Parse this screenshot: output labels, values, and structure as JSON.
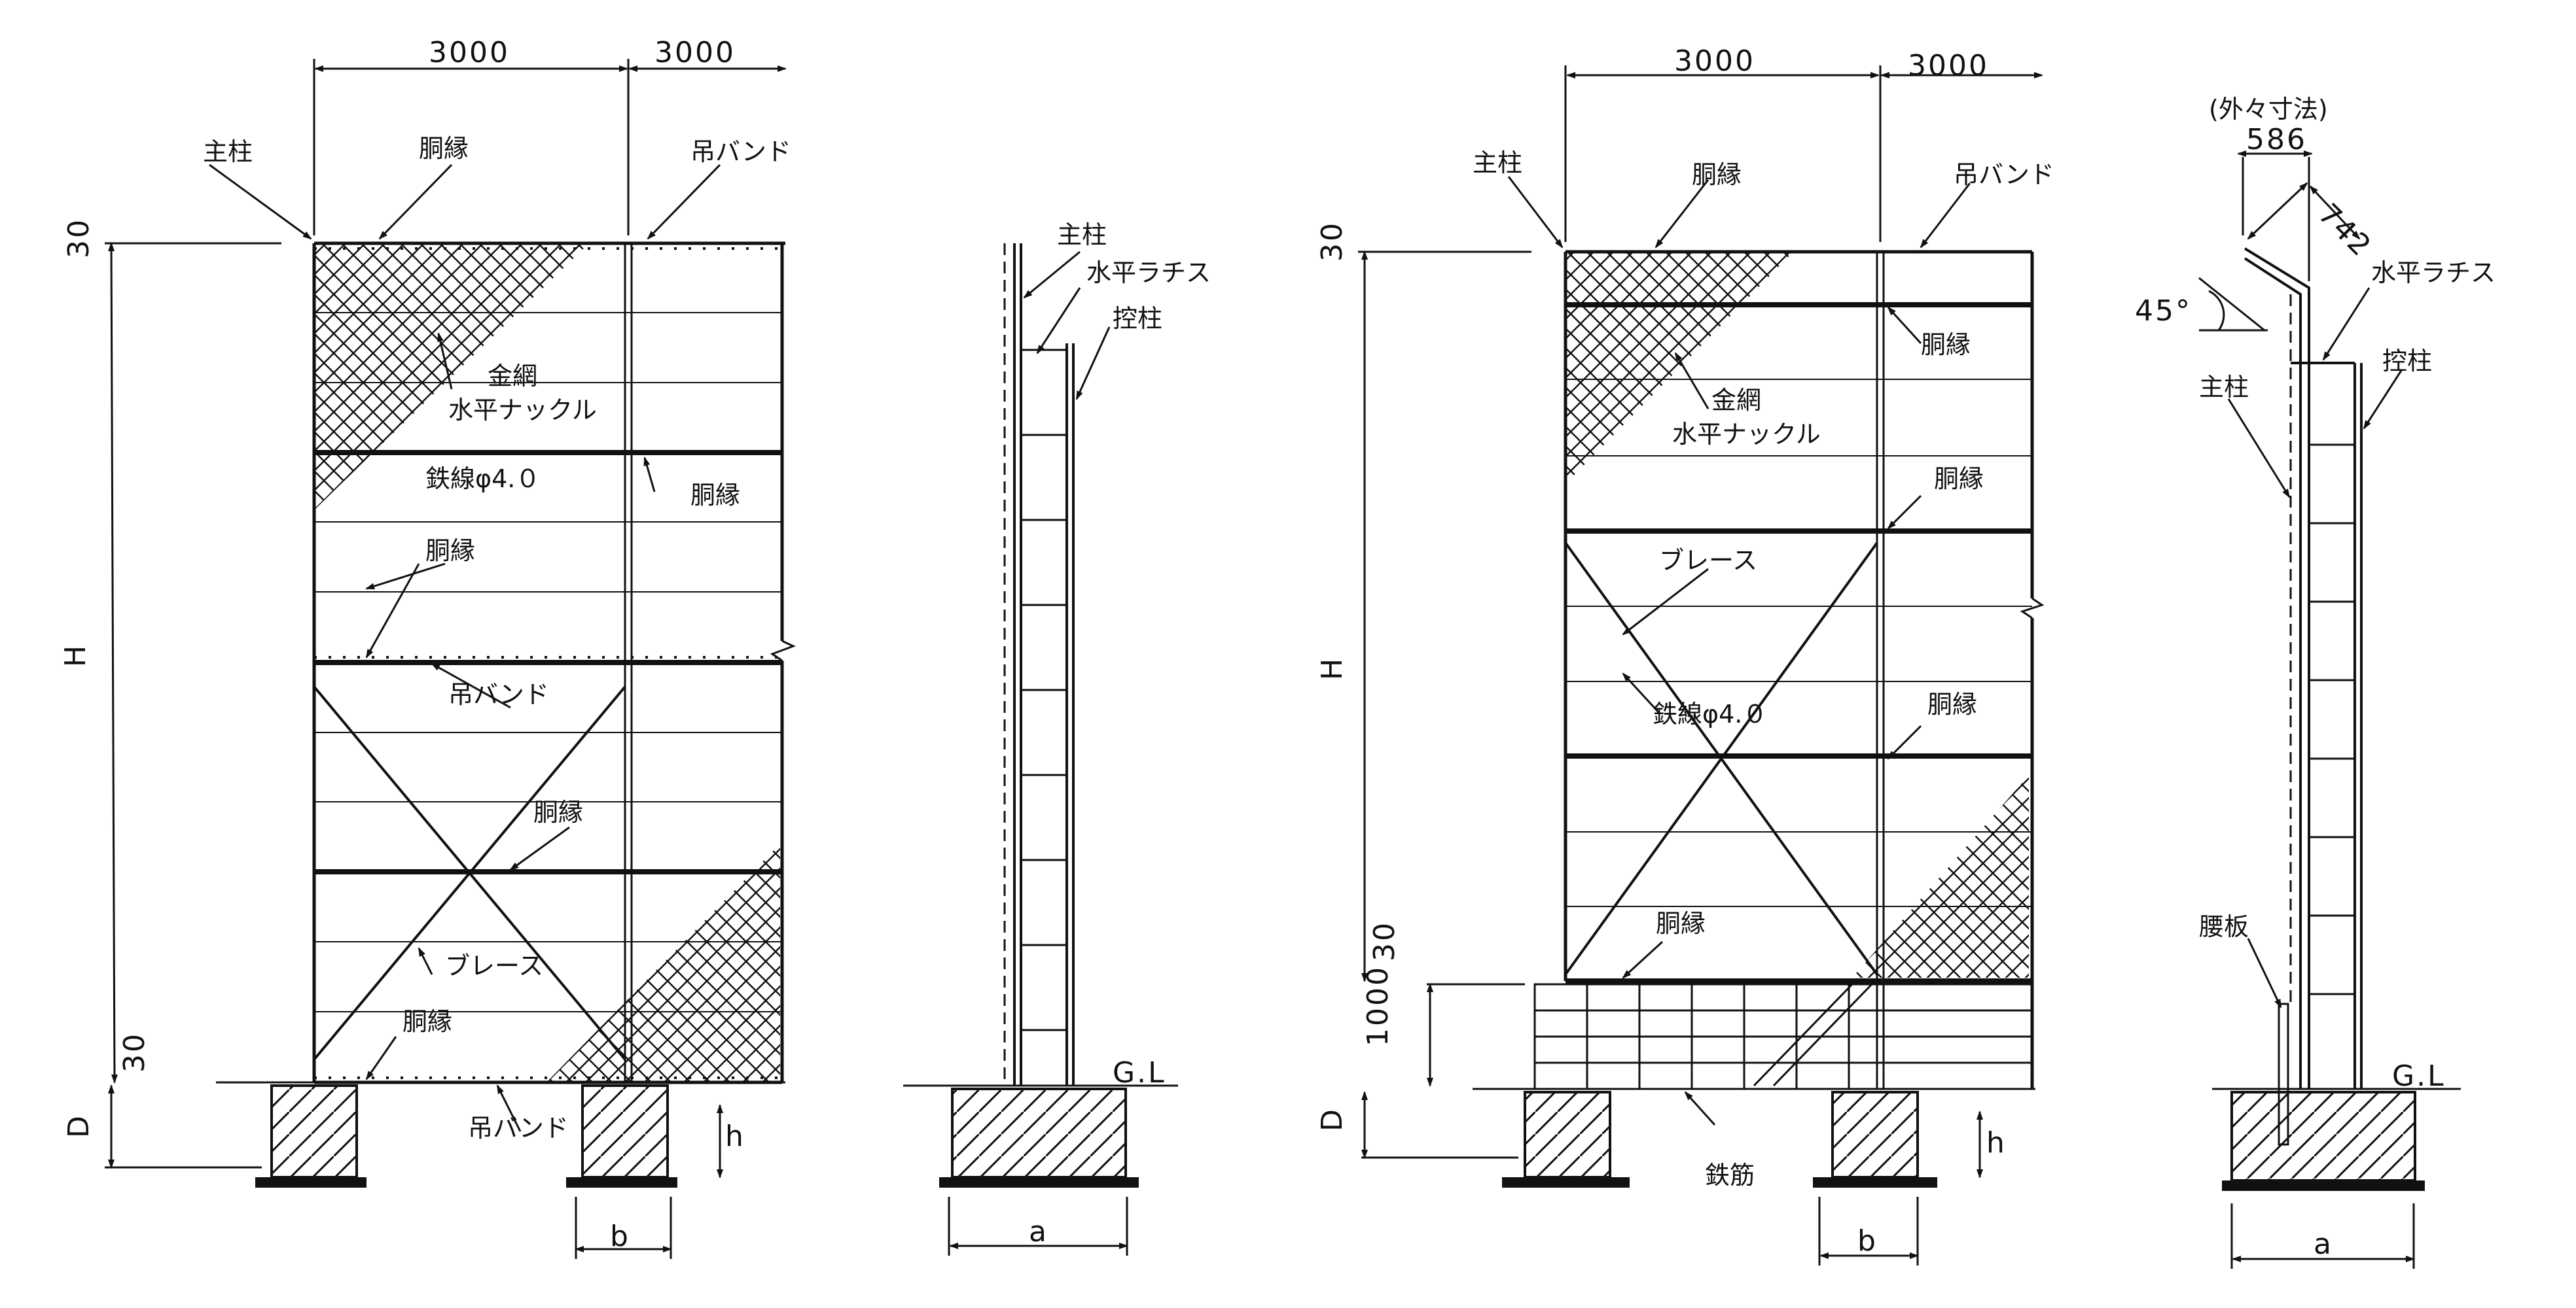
{
  "labels": {
    "dim_3000": "3000",
    "main_post": "主柱",
    "purlin": "胴縁",
    "hanging_band": "吊バンド",
    "wire_mesh": "金網",
    "horizontal_knuckle": "水平ナックル",
    "steel_wire": "鉄線φ4.０",
    "brace": "ブレース",
    "horizontal_lath": "水平ラチス",
    "back_post": "控柱",
    "ground_level": "G.L",
    "dim_H": "H",
    "dim_D": "D",
    "dim_h": "h",
    "dim_30": "30",
    "dim_1000": "1000",
    "dim_a": "a",
    "dim_b": "b",
    "outer_dimension": "(外々寸法)",
    "dim_586": "586",
    "dim_742": "742",
    "angle_45": "45°",
    "waist_board": "腰板",
    "rebar": "鉄筋"
  },
  "colors": {
    "ink": "#111111",
    "paper": "#ffffff"
  }
}
